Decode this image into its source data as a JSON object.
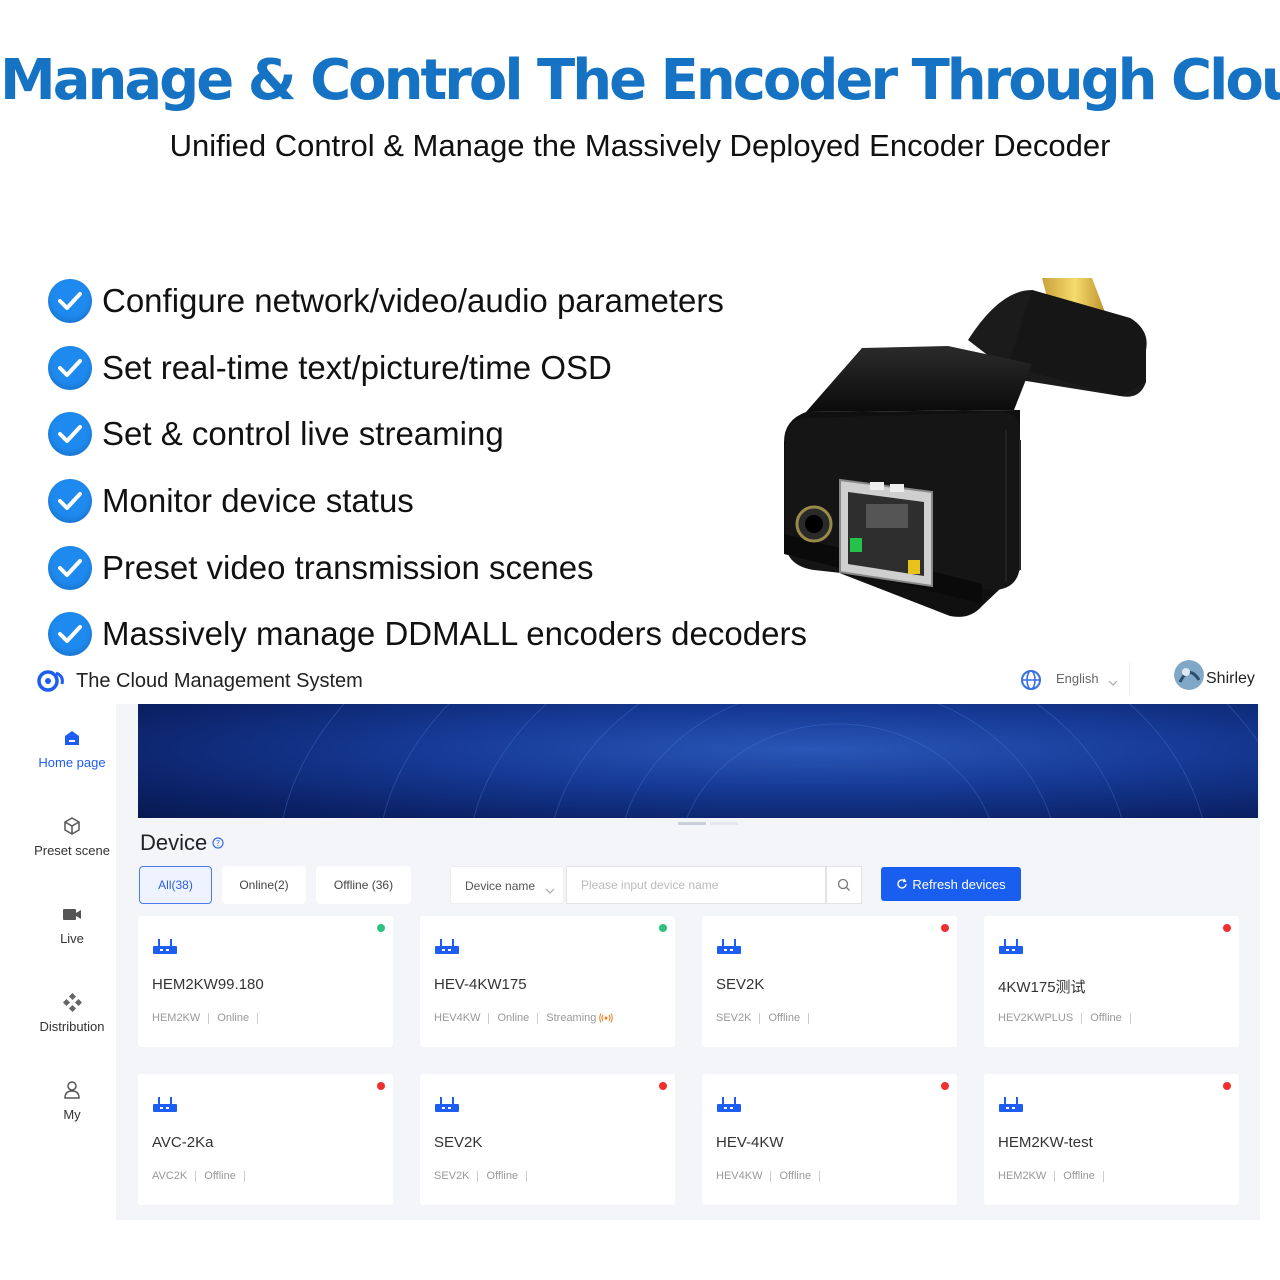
{
  "headline": "Manage & Control The Encoder Through Cloud",
  "subheadline": "Unified Control & Manage the Massively Deployed Encoder Decoder",
  "features": [
    "Configure network/video/audio parameters",
    "Set real-time text/picture/time OSD",
    "Set & control live streaming",
    "Monitor device status",
    "Preset video transmission scenes",
    "Massively manage DDMALL encoders decoders"
  ],
  "app": {
    "title": "The Cloud Management System",
    "language": "English",
    "user": "Shirley"
  },
  "sidebar": {
    "items": [
      {
        "label": "Home page",
        "icon": "home-icon",
        "active": true
      },
      {
        "label": "Preset scene",
        "icon": "cube-icon",
        "active": false
      },
      {
        "label": "Live",
        "icon": "camera-icon",
        "active": false
      },
      {
        "label": "Distribution",
        "icon": "distribution-icon",
        "active": false
      },
      {
        "label": "My",
        "icon": "user-icon",
        "active": false
      }
    ]
  },
  "device": {
    "title": "Device",
    "filters": [
      "All(38)",
      "Online(2)",
      "Offline (36)"
    ],
    "select_label": "Device name",
    "search_placeholder": "Please input device name",
    "refresh_label": "Refresh devices"
  },
  "colors": {
    "headline": "#1672c2",
    "accent": "#1a5ef0",
    "online": "#2ec27e",
    "offline": "#f0302e",
    "streaming": "#f07a1a"
  },
  "cards": [
    {
      "name": "HEM2KW99.180",
      "model": "HEM2KW",
      "status": "Online",
      "streaming": "",
      "online": true
    },
    {
      "name": "HEV-4KW175",
      "model": "HEV4KW",
      "status": "Online",
      "streaming": "Streaming",
      "online": true
    },
    {
      "name": "SEV2K",
      "model": "SEV2K",
      "status": "Offline",
      "streaming": "",
      "online": false
    },
    {
      "name": "4KW175测试",
      "model": "HEV2KWPLUS",
      "status": "Offline",
      "streaming": "",
      "online": false
    },
    {
      "name": "AVC-2Ka",
      "model": "AVC2K",
      "status": "Offline",
      "streaming": "",
      "online": false
    },
    {
      "name": "SEV2K",
      "model": "SEV2K",
      "status": "Offline",
      "streaming": "",
      "online": false
    },
    {
      "name": "HEV-4KW",
      "model": "HEV4KW",
      "status": "Offline",
      "streaming": "",
      "online": false
    },
    {
      "name": "HEM2KW-test",
      "model": "HEM2KW",
      "status": "Offline",
      "streaming": "",
      "online": false
    }
  ]
}
